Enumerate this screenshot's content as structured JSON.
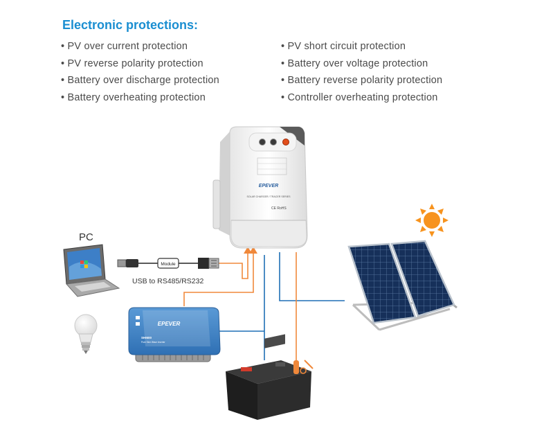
{
  "heading": "Electronic protections:",
  "protections_left": [
    "PV over current protection",
    "PV reverse polarity protection",
    "Battery over discharge protection",
    "Battery overheating protection"
  ],
  "protections_right": [
    "PV short circuit protection",
    "Battery over voltage protection",
    "Battery reverse polarity protection",
    "Controller overheating protection"
  ],
  "diagram": {
    "pc_label": "PC",
    "cable_label": "USB to RS485/RS232",
    "module_label": "Module",
    "controller_brand": "EPEVER",
    "controller_series": "SOLAR CHARGER / TRACER SERIES",
    "controller_cert": "CE RoHS",
    "inverter_brand": "EPEVER",
    "inverter_model": "SHI600",
    "inverter_desc": "Pure Sine Wave Inverter"
  },
  "colors": {
    "heading": "#1a8ed1",
    "text": "#4a4a4a",
    "wire_blue": "#1f6fb5",
    "wire_orange": "#f0883a",
    "sun": "#f7931e",
    "inverter_blue": "#3f86c9"
  },
  "icons": {
    "sun": "sun-icon",
    "bulb": "light-bulb-icon",
    "sensor": "temperature-sensor-icon"
  }
}
